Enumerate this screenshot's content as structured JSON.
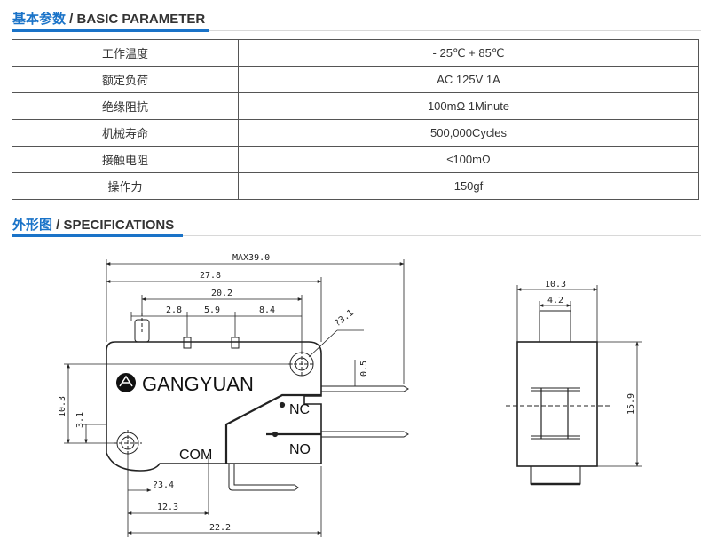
{
  "basic": {
    "title_cn": "基本参数",
    "title_sep": " / ",
    "title_en": "BASIC PARAMETER",
    "rows": [
      {
        "key": "工作温度",
        "value": "- 25℃ + 85℃"
      },
      {
        "key": "额定负荷",
        "value": "AC 125V 1A"
      },
      {
        "key": "绝缘阻抗",
        "value": "100mΩ 1Minute"
      },
      {
        "key": "机械寿命",
        "value": "500,000Cycles"
      },
      {
        "key": "接触电阻",
        "value": "≤100mΩ"
      },
      {
        "key": "操作力",
        "value": "150gf"
      }
    ]
  },
  "specs": {
    "title_cn": "外形图",
    "title_sep": " / ",
    "title_en": "SPECIFICATIONS"
  },
  "drawing": {
    "brand": "GANGYUAN",
    "label_nc": "NC",
    "label_no": "NO",
    "label_com": "COM",
    "dims": {
      "max_len": "MAX39.0",
      "len_278": "27.8",
      "len_202": "20.2",
      "d_28": "2.8",
      "d_59": "5.9",
      "d_84": "8.4",
      "hole_31": "?3.1",
      "d_05": "0.5",
      "h_103": "10.3",
      "h_31": "3.1",
      "hole_34": "?3.4",
      "d_123": "12.3",
      "d_222": "22.2",
      "w_103": "10.3",
      "w_42": "4.2",
      "h_159": "15.9"
    },
    "colors": {
      "accent": "#1a73c8",
      "line": "#222222"
    }
  }
}
